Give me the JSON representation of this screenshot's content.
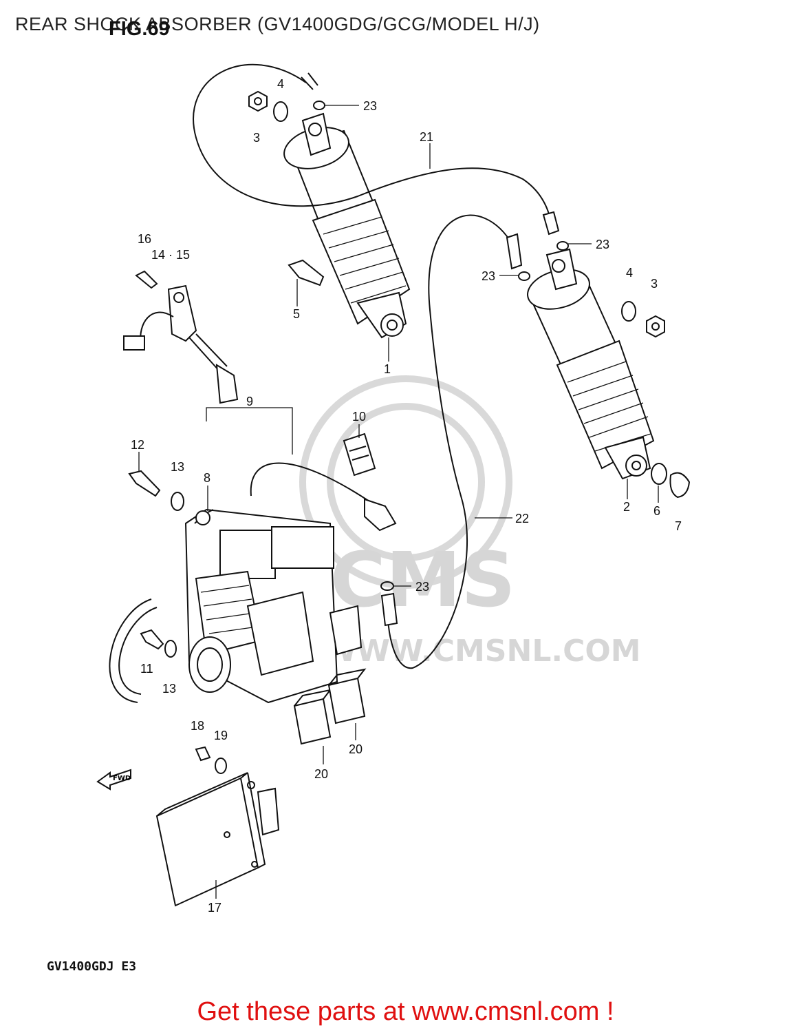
{
  "header": {
    "title": "REAR SHOCK ABSORBER (GV1400GDG/GCG/MODEL H/J)",
    "figure": "FIG.69"
  },
  "diagram": {
    "model_code": "GV1400GDJ E3",
    "direction_marker": "FWD",
    "watermark": {
      "logo_text": "CMS",
      "url_text": "WWW.CMSNL.COM"
    },
    "callouts": {
      "c1": "1",
      "c2": "2",
      "c3a": "3",
      "c3b": "3",
      "c4a": "4",
      "c4b": "4",
      "c5": "5",
      "c6": "6",
      "c7": "7",
      "c8": "8",
      "c9": "9",
      "c10": "10",
      "c11": "11",
      "c12": "12",
      "c13a": "13",
      "c13b": "13",
      "c1415": "14 · 15",
      "c16": "16",
      "c17": "17",
      "c18": "18",
      "c19": "19",
      "c20a": "20",
      "c20b": "20",
      "c21": "21",
      "c22": "22",
      "c23a": "23",
      "c23b": "23",
      "c23c": "23",
      "c23d": "23"
    }
  },
  "footer": {
    "link_text": "Get these parts at www.cmsnl.com !",
    "link_color": "#e01010"
  }
}
